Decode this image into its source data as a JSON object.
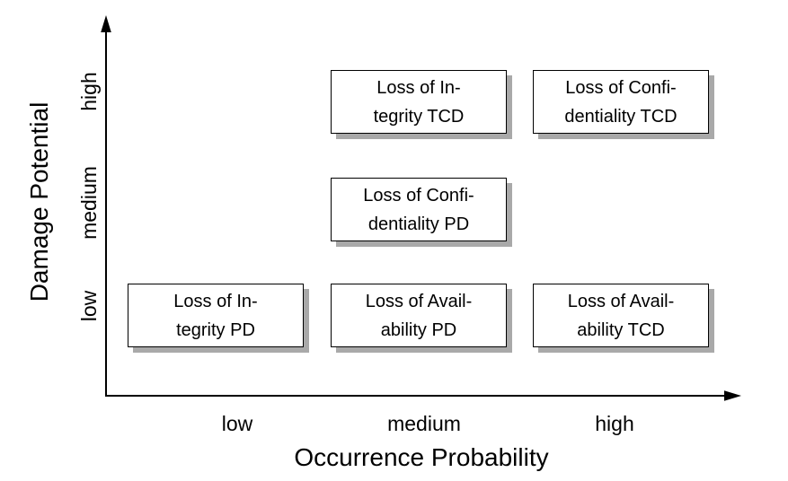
{
  "figure": {
    "background_color": "#ffffff",
    "axis_color": "#000000",
    "box_border_color": "#000000",
    "box_fill_color": "#ffffff",
    "box_shadow_color": "#a9a9a9",
    "text_color": "#000000"
  },
  "axes": {
    "x": {
      "label": "Occurrence Probability",
      "ticks": [
        "low",
        "medium",
        "high"
      ]
    },
    "y": {
      "label": "Damage Potential",
      "ticks": [
        "low",
        "medium",
        "high"
      ]
    }
  },
  "boxes": [
    {
      "name": "loss-of-integrity-tcd",
      "line1": "Loss of In-",
      "line2": "tegrity TCD",
      "x": "medium",
      "y": "high"
    },
    {
      "name": "loss-of-confidentiality-tcd",
      "line1": "Loss of Confi-",
      "line2": "dentiality TCD",
      "x": "high",
      "y": "high"
    },
    {
      "name": "loss-of-confidentiality-pd",
      "line1": "Loss of Confi-",
      "line2": "dentiality PD",
      "x": "medium",
      "y": "medium"
    },
    {
      "name": "loss-of-integrity-pd",
      "line1": "Loss of In-",
      "line2": "tegrity PD",
      "x": "low",
      "y": "low"
    },
    {
      "name": "loss-of-availability-pd",
      "line1": "Loss of Avail-",
      "line2": "ability PD",
      "x": "medium",
      "y": "low"
    },
    {
      "name": "loss-of-availability-tcd",
      "line1": "Loss of Avail-",
      "line2": "ability TCD",
      "x": "high",
      "y": "low"
    }
  ],
  "chart_data": {
    "type": "scatter",
    "title": "",
    "xlabel": "Occurrence Probability",
    "ylabel": "Damage Potential",
    "x_ticks": [
      "low",
      "medium",
      "high"
    ],
    "y_ticks": [
      "low",
      "medium",
      "high"
    ],
    "grid": false,
    "legend": false,
    "points": [
      {
        "label": "Loss of Integrity TCD",
        "x": "medium",
        "y": "high"
      },
      {
        "label": "Loss of Confidentiality TCD",
        "x": "high",
        "y": "high"
      },
      {
        "label": "Loss of Confidentiality PD",
        "x": "medium",
        "y": "medium"
      },
      {
        "label": "Loss of Integrity PD",
        "x": "low",
        "y": "low"
      },
      {
        "label": "Loss of Availability PD",
        "x": "medium",
        "y": "low"
      },
      {
        "label": "Loss of Availability TCD",
        "x": "high",
        "y": "low"
      }
    ]
  }
}
